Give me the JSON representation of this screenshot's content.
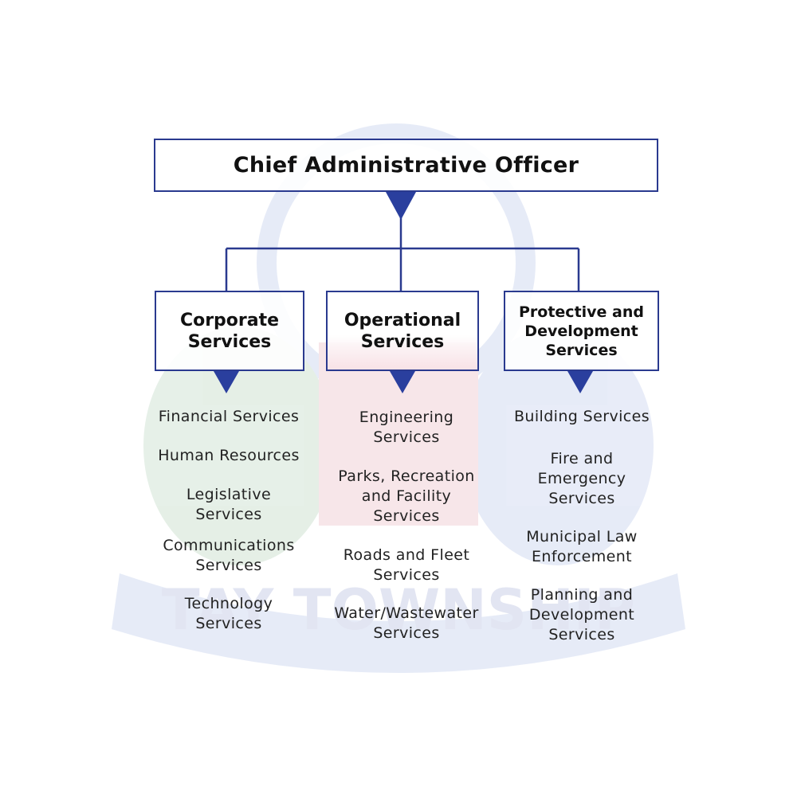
{
  "chart": {
    "root": "Chief Administrative Officer",
    "departments": [
      {
        "title": "Corporate\nServices",
        "services": [
          "Financial Services",
          "Human Resources",
          "Legislative\nServices",
          "Communications\nServices",
          "Technology\nServices"
        ]
      },
      {
        "title": "Operational\nServices",
        "services": [
          "Engineering\nServices",
          "Parks, Recreation\nand Facility\nServices",
          "Roads and Fleet\nServices",
          "Water/Wastewater\nServices"
        ]
      },
      {
        "title": "Protective and\nDevelopment\nServices",
        "services": [
          "Building Services",
          "Fire and\nEmergency\nServices",
          "Municipal Law\nEnforcement",
          "Planning and\nDevelopment\nServices"
        ]
      }
    ]
  },
  "watermark": {
    "text": "TAY TOWNSHIP"
  },
  "colors": {
    "border": "#2a3a8f",
    "connector": "#2a3a8f",
    "arrow": "#2a3f9e"
  }
}
